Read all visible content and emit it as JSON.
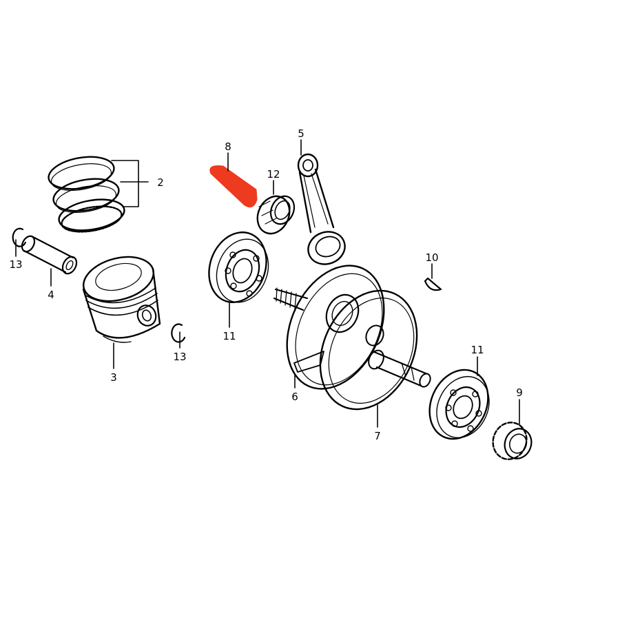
{
  "diagram": {
    "callouts": [
      {
        "id": "c2",
        "label": "2"
      },
      {
        "id": "c3",
        "label": "3"
      },
      {
        "id": "c4",
        "label": "4"
      },
      {
        "id": "c5",
        "label": "5"
      },
      {
        "id": "c6",
        "label": "6"
      },
      {
        "id": "c7",
        "label": "7"
      },
      {
        "id": "c8",
        "label": "8"
      },
      {
        "id": "c9",
        "label": "9"
      },
      {
        "id": "c10",
        "label": "10"
      },
      {
        "id": "c11a",
        "label": "11"
      },
      {
        "id": "c11b",
        "label": "11"
      },
      {
        "id": "c12",
        "label": "12"
      },
      {
        "id": "c13a",
        "label": "13"
      },
      {
        "id": "c13b",
        "label": "13"
      }
    ],
    "highlight_color": "#ee3a1e",
    "ink_color": "#000000",
    "background": "#ffffff"
  }
}
